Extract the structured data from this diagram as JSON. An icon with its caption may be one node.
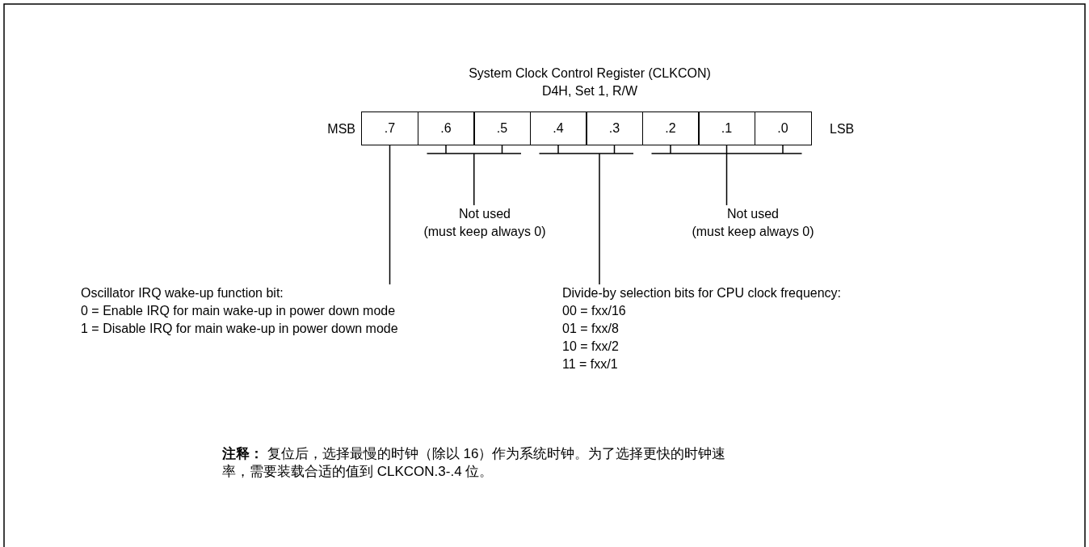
{
  "diagram": {
    "nodes": [
      {
        "text": [
          ".7"
        ]
      },
      {
        "text": [
          ".6"
        ]
      },
      {
        "text": [
          ".5"
        ]
      },
      {
        "text": [
          ".4"
        ]
      },
      {
        "text": [
          ".3"
        ]
      },
      {
        "text": [
          ".2"
        ]
      },
      {
        "text": [
          ".1"
        ]
      },
      {
        "text": [
          ".0"
        ]
      },
      {
        "text": [
          "Not used (must keep always 0)"
        ]
      },
      {
        "text": [
          "Not used (must keep always 0)"
        ]
      },
      {
        "text": [
          "Oscillator IRQ wake-up function bit:",
          "0 = Enable IRQ for main wake-up in power down mode",
          "1 = Disable IRQ for main wake-up in power down mode"
        ]
      },
      {
        "text": [
          "Divide-by selection bits for CPU clock frequency:",
          "00 = fxx/16",
          "01 = fxx/8",
          "10 = fxx/2",
          "11 = fxx/1"
        ]
      }
    ],
    "edges": [
      {
        "from": 10,
        "to": 0,
        "arrow": "none"
      },
      {
        "from": 8,
        "to": 1,
        "arrow": "none"
      },
      {
        "from": 8,
        "to": 2,
        "arrow": "none"
      },
      {
        "from": 11,
        "to": 3,
        "arrow": "none"
      },
      {
        "from": 11,
        "to": 4,
        "arrow": "none"
      },
      {
        "from": 9,
        "to": 5,
        "arrow": "none"
      },
      {
        "from": 9,
        "to": 6,
        "arrow": "none"
      },
      {
        "from": 9,
        "to": 7,
        "arrow": "none"
      }
    ],
    "labels": [
      "System Clock Control Register (CLKCON)",
      "D4H, Set 1, R/W",
      "MSB",
      "LSB",
      "**注释：** 复位后，选择最慢的时钟（除以 16）作为系统时钟。为了选择更快的时钟速率，需要装载合适的值到 CLKCON.3-.4 位。"
    ]
  }
}
